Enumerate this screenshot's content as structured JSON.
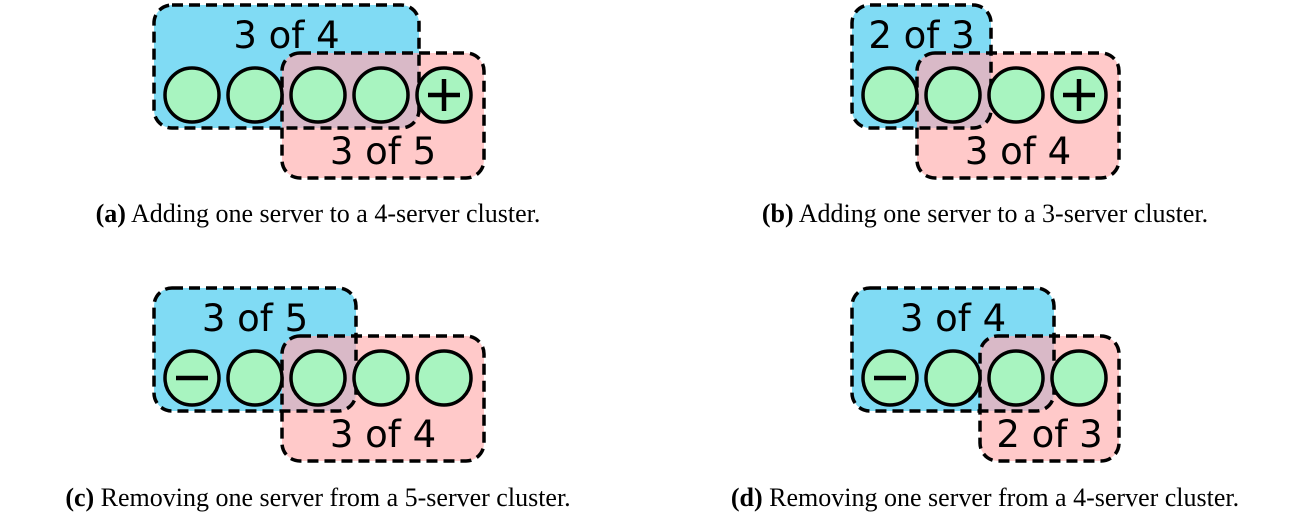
{
  "colors": {
    "blue": "#80dbf4",
    "pink": "#ffc9c9",
    "overlap": "#d9b9c7",
    "server": "#a8f4c0",
    "stroke": "#000000"
  },
  "panels": [
    {
      "id": "a",
      "tag": "(a)",
      "caption": "Adding one server to a 4-server cluster.",
      "old_label": "3 of 4",
      "new_label": "3 of 5",
      "servers": 5,
      "old_range": [
        0,
        3
      ],
      "new_range": [
        2,
        4
      ],
      "marker": {
        "index": 4,
        "type": "plus"
      }
    },
    {
      "id": "b",
      "tag": "(b)",
      "caption": "Adding one server to a 3-server cluster.",
      "old_label": "2 of 3",
      "new_label": "3 of 4",
      "servers": 4,
      "old_range": [
        0,
        1
      ],
      "new_range": [
        1,
        3
      ],
      "marker": {
        "index": 3,
        "type": "plus"
      }
    },
    {
      "id": "c",
      "tag": "(c)",
      "caption": "Removing one server from a 5-server cluster.",
      "old_label": "3 of 5",
      "new_label": "3 of 4",
      "servers": 5,
      "old_range": [
        0,
        2
      ],
      "new_range": [
        2,
        4
      ],
      "marker": {
        "index": 0,
        "type": "minus"
      }
    },
    {
      "id": "d",
      "tag": "(d)",
      "caption": "Removing one server from a 4-server cluster.",
      "old_label": "3 of 4",
      "new_label": "2 of 3",
      "servers": 4,
      "old_range": [
        0,
        2
      ],
      "new_range": [
        2,
        3
      ],
      "marker": {
        "index": 0,
        "type": "minus"
      }
    }
  ]
}
